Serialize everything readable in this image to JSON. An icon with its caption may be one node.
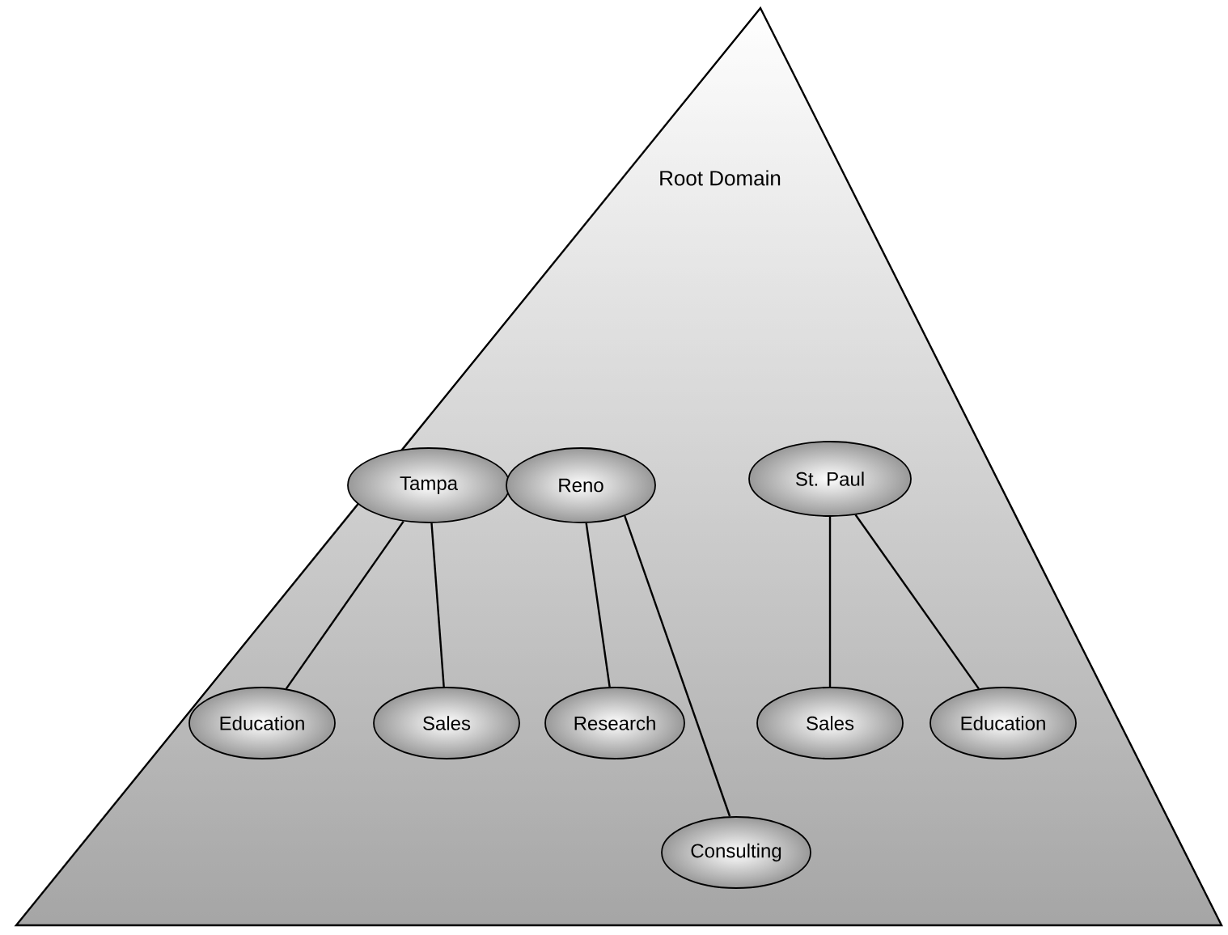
{
  "diagram": {
    "nodes": [
      {
        "text": [
          "Root Domain"
        ]
      },
      {
        "text": [
          "Tampa"
        ],
        "in": 0
      },
      {
        "text": [
          "Reno"
        ],
        "in": 0
      },
      {
        "text": [
          "St. Paul"
        ],
        "in": 0
      },
      {
        "text": [
          "Education"
        ],
        "in": 0
      },
      {
        "text": [
          "Sales"
        ],
        "in": 0
      },
      {
        "text": [
          "Research"
        ],
        "in": 0
      },
      {
        "text": [
          "Sales"
        ],
        "in": 0
      },
      {
        "text": [
          "Education"
        ],
        "in": 0
      },
      {
        "text": [
          "Consulting"
        ],
        "in": 0
      }
    ],
    "edges": [
      {
        "from": 1,
        "to": 4,
        "arrow": "none"
      },
      {
        "from": 1,
        "to": 5,
        "arrow": "none"
      },
      {
        "from": 2,
        "to": 6,
        "arrow": "none"
      },
      {
        "from": 2,
        "to": 9,
        "arrow": "none"
      },
      {
        "from": 3,
        "to": 7,
        "arrow": "none"
      },
      {
        "from": 3,
        "to": 8,
        "arrow": "none"
      }
    ]
  }
}
